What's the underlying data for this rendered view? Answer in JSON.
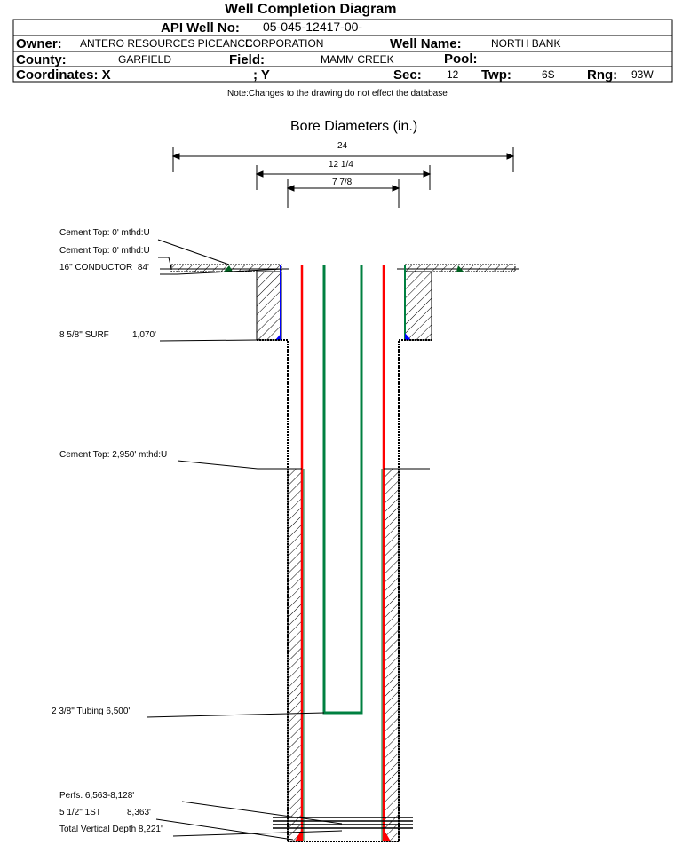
{
  "title": "Well Completion Diagram",
  "header": {
    "api_label": "API Well No:",
    "api_value": "05-045-12417-00-",
    "owner_label": "Owner:",
    "owner_value_line1": "ANTERO RESOURCES PICEANCE",
    "owner_value_line2": "CORPORATION",
    "well_name_label": "Well Name:",
    "well_name_value": "NORTH BANK",
    "county_label": "County:",
    "county_value": "GARFIELD",
    "field_label": "Field:",
    "field_value": "MAMM CREEK",
    "pool_label": "Pool:",
    "coord_x_label": "Coordinates: X",
    "coord_y_label": "; Y",
    "sec_label": "Sec:",
    "sec_value": "12",
    "twp_label": "Twp:",
    "twp_value": "6S",
    "rng_label": "Rng:",
    "rng_value": "93W"
  },
  "note": "Note:Changes to the drawing do not effect the database",
  "bore": {
    "title": "Bore Diameters (in.)",
    "dims": [
      "24",
      "12 1/4",
      "7 7/8"
    ]
  },
  "labels": {
    "cement_top_1": "Cement Top: 0' mthd:U",
    "cement_top_2": "Cement Top: 0' mthd:U",
    "conductor": "16\" CONDUCTOR  84'",
    "surface_name": "8 5/8\" SURF",
    "surface_depth": "1,070'",
    "cement_top_3": "Cement Top: 2,950' mthd:U",
    "tubing": "2 3/8\" Tubing 6,500'",
    "perfs": "Perfs. 6,563-8,128'",
    "first_string_name": "5 1/2\" 1ST",
    "first_string_depth": "8,363'",
    "tvd": "Total Vertical Depth 8,221'"
  },
  "colors": {
    "casing": "#ff0000",
    "tubing": "#008040",
    "cement_fill": "#0000ff"
  }
}
